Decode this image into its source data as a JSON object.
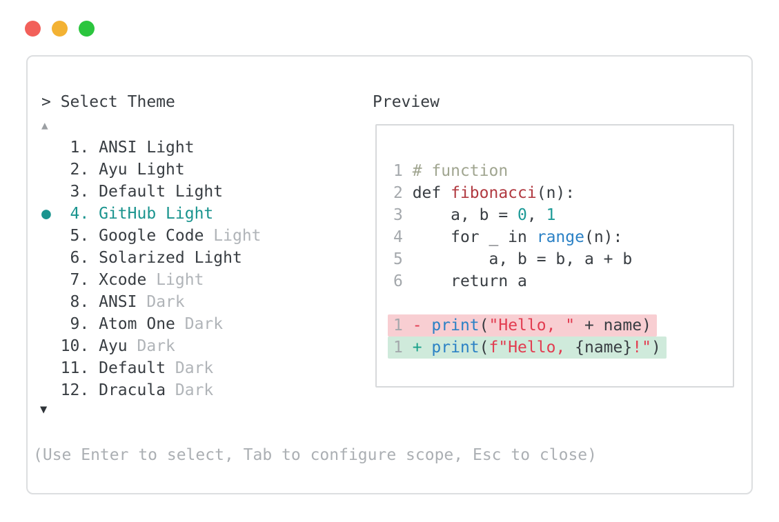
{
  "window": {
    "controls": [
      {
        "name": "close",
        "color": "#f2605a"
      },
      {
        "name": "minimize",
        "color": "#f3b233"
      },
      {
        "name": "zoom",
        "color": "#2bc53e"
      }
    ]
  },
  "prompt": {
    "text": "> Select Theme"
  },
  "theme_list": {
    "up_arrow": "▲",
    "down_arrow": "▼",
    "selected_marker": "●",
    "items": [
      {
        "num": "1",
        "name": "ANSI",
        "variant": "Light",
        "variant_muted": false,
        "selected": false
      },
      {
        "num": "2",
        "name": "Ayu",
        "variant": "Light",
        "variant_muted": false,
        "selected": false
      },
      {
        "num": "3",
        "name": "Default",
        "variant": "Light",
        "variant_muted": false,
        "selected": false
      },
      {
        "num": "4",
        "name": "GitHub",
        "variant": "Light",
        "variant_muted": false,
        "selected": true
      },
      {
        "num": "5",
        "name": "Google Code",
        "variant": "Light",
        "variant_muted": true,
        "selected": false
      },
      {
        "num": "6",
        "name": "Solarized",
        "variant": "Light",
        "variant_muted": false,
        "selected": false
      },
      {
        "num": "7",
        "name": "Xcode",
        "variant": "Light",
        "variant_muted": true,
        "selected": false
      },
      {
        "num": "8",
        "name": "ANSI",
        "variant": "Dark",
        "variant_muted": true,
        "selected": false
      },
      {
        "num": "9",
        "name": "Atom One",
        "variant": "Dark",
        "variant_muted": true,
        "selected": false
      },
      {
        "num": "10",
        "name": "Ayu",
        "variant": "Dark",
        "variant_muted": true,
        "selected": false
      },
      {
        "num": "11",
        "name": "Default",
        "variant": "Dark",
        "variant_muted": true,
        "selected": false
      },
      {
        "num": "12",
        "name": "Dracula",
        "variant": "Dark",
        "variant_muted": true,
        "selected": false
      }
    ]
  },
  "preview": {
    "label": "Preview",
    "code_lines": [
      {
        "num": "1",
        "tokens": [
          {
            "t": "# function",
            "c": "comment"
          }
        ]
      },
      {
        "num": "2",
        "tokens": [
          {
            "t": "def ",
            "c": "d"
          },
          {
            "t": "fibonacci",
            "c": "fn"
          },
          {
            "t": "(n):",
            "c": "d"
          }
        ]
      },
      {
        "num": "3",
        "tokens": [
          {
            "t": "    a, b = ",
            "c": "d"
          },
          {
            "t": "0",
            "c": "num"
          },
          {
            "t": ", ",
            "c": "d"
          },
          {
            "t": "1",
            "c": "num"
          }
        ]
      },
      {
        "num": "4",
        "tokens": [
          {
            "t": "    for _ in ",
            "c": "d"
          },
          {
            "t": "range",
            "c": "blue"
          },
          {
            "t": "(n):",
            "c": "d"
          }
        ]
      },
      {
        "num": "5",
        "tokens": [
          {
            "t": "        a, b = b, a + b",
            "c": "d"
          }
        ]
      },
      {
        "num": "6",
        "tokens": [
          {
            "t": "    return a",
            "c": "d"
          }
        ]
      }
    ],
    "diff_lines": [
      {
        "num": "1",
        "sign": "-",
        "kind": "removed",
        "tokens": [
          {
            "t": "print",
            "c": "blue"
          },
          {
            "t": "(",
            "c": "d"
          },
          {
            "t": "\"Hello, \"",
            "c": "str"
          },
          {
            "t": " + name)",
            "c": "d"
          }
        ]
      },
      {
        "num": "1",
        "sign": "+",
        "kind": "added",
        "tokens": [
          {
            "t": "print",
            "c": "blue"
          },
          {
            "t": "(",
            "c": "d"
          },
          {
            "t": "f\"Hello, ",
            "c": "str"
          },
          {
            "t": "{name}",
            "c": "d"
          },
          {
            "t": "!\"",
            "c": "str"
          },
          {
            "t": ")",
            "c": "d"
          }
        ]
      }
    ]
  },
  "hint": "(Use Enter to select, Tab to configure scope, Esc to close)",
  "colors": {
    "accent_teal": "#1a948e",
    "text_dark": "#383d42",
    "text_muted": "#b0b4b8",
    "comment": "#a0a590",
    "function_red": "#b13a41",
    "number_teal": "#1d9a97",
    "builtin_blue": "#2b81c5",
    "string_red": "#e23c50",
    "diff_add": "#1aa18a",
    "removed_bg": "#f8ced2",
    "added_bg": "#cfeadb"
  }
}
